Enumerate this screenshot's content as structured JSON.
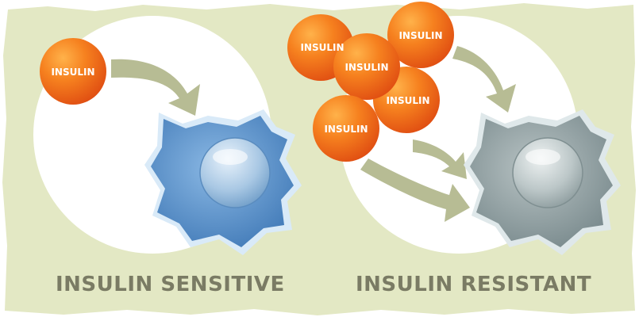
{
  "colors": {
    "background": "#e3e8c4",
    "circle": "#ffffff",
    "arrow": "#b7bc94",
    "caption": "#7a7b64",
    "insulin_ball": "#f06a1c",
    "insulin_text": "#ffffff",
    "sensitive_cell": "#5d93c9",
    "resistant_cell": "#8c9a9c"
  },
  "left_panel": {
    "caption": "INSULIN SENSITIVE",
    "insulin_labels": [
      "INSULIN"
    ],
    "cell_icon": "blue-cell-icon"
  },
  "right_panel": {
    "caption": "INSULIN RESISTANT",
    "insulin_labels": [
      "INSULIN",
      "INSULIN",
      "INSULIN",
      "INSULIN",
      "INSULIN"
    ],
    "cell_icon": "gray-cell-icon"
  }
}
